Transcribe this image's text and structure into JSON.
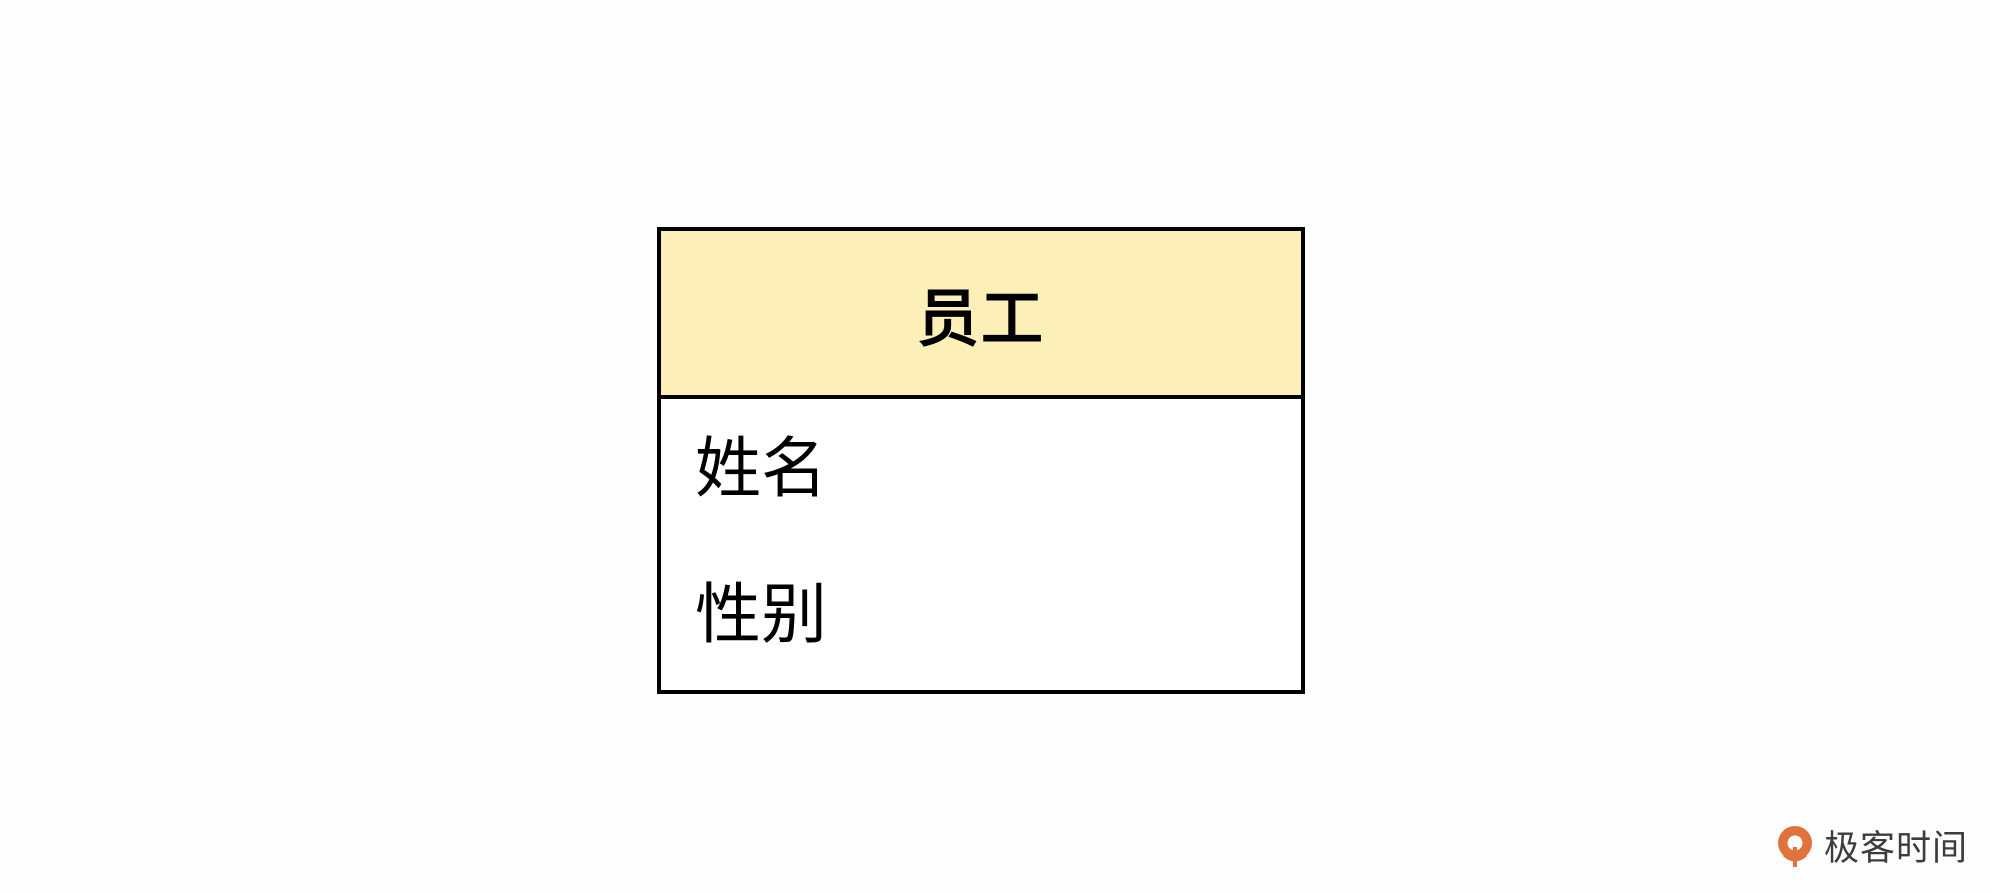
{
  "entity": {
    "title": "员工",
    "attributes": [
      {
        "label": "姓名"
      },
      {
        "label": "性别"
      }
    ]
  },
  "watermark": {
    "brand_name": "极客时间",
    "logo_icon": "geektime-logo-icon",
    "logo_color": "#e0723a"
  },
  "colors": {
    "header_fill": "#fcf0b8",
    "border": "#000000",
    "background": "#fefefe"
  }
}
